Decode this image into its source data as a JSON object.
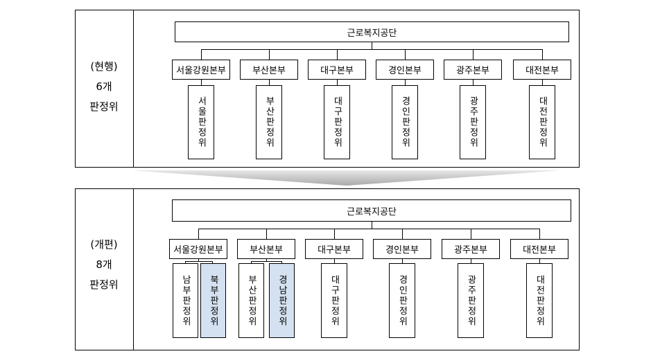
{
  "current": {
    "label_lines": [
      "(현행)",
      "6개",
      "판정위"
    ],
    "root": "근로복지공단",
    "headquarters": [
      "서울강원본부",
      "부산본부",
      "대구본부",
      "경인본부",
      "광주본부",
      "대전본부"
    ],
    "committees": [
      "서울판정위",
      "부산판정위",
      "대구판정위",
      "경인판정위",
      "광주판정위",
      "대전판정위"
    ]
  },
  "reorganized": {
    "label_lines": [
      "(개편)",
      "8개",
      "판정위"
    ],
    "root": "근로복지공단",
    "headquarters": [
      "서울강원본부",
      "부산본부",
      "대구본부",
      "경인본부",
      "광주본부",
      "대전본부"
    ],
    "committees": [
      "남부판정위",
      "북부판정위",
      "부산판정위",
      "경남판정위",
      "대구판정위",
      "경인판정위",
      "광주판정위",
      "대전판정위"
    ],
    "new_committees": [
      "북부판정위",
      "경남판정위"
    ]
  },
  "colors": {
    "new_committee_fill": "#d3e1f1",
    "arrow_gray": "#b8b8b8"
  }
}
